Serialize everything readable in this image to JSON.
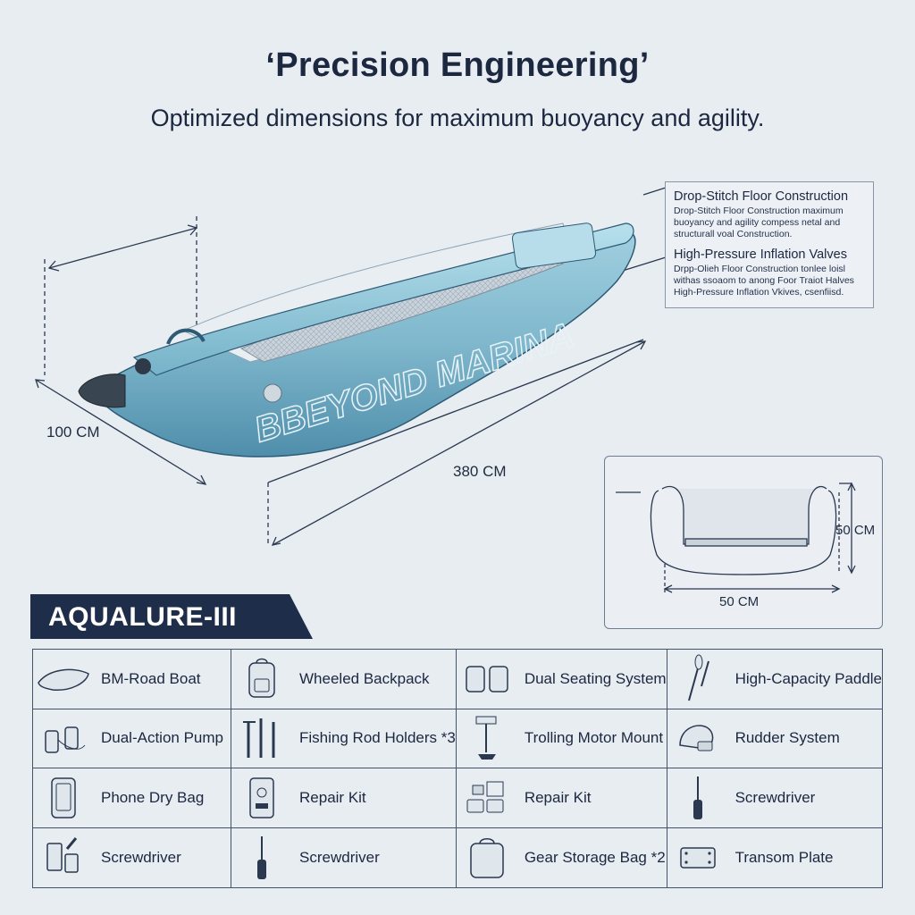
{
  "header": {
    "title": "‘Precision Engineering’",
    "subtitle": "Optimized dimensions for maximum buoyancy and agility."
  },
  "boat": {
    "brand_text": "BBEYOND MARINA",
    "dim_width": "100 CM",
    "dim_length": "380 CM"
  },
  "callout": {
    "heading_1": "Drop-Stitch Floor Construction",
    "body_1": "Drop-Stitch Floor Construction maximum buoyancy and agility compess netal and structurall voal Construction.",
    "heading_2": "High-Pressure Inflation Valves",
    "body_2": "Drpp-Olieh Floor Construction tonlee loisl withas ssoaom to anong Foor Traiot Halves High-Pressure Inflation Vkives, csenfiisd."
  },
  "cross_section": {
    "dim_height": "50 CM",
    "dim_width": "50 CM"
  },
  "product": {
    "name": "AQUALURE-III"
  },
  "contents": {
    "items": [
      {
        "label": "BM-Road Boat",
        "icon": "boat-icon"
      },
      {
        "label": "Wheeled Backpack",
        "icon": "backpack-icon"
      },
      {
        "label": "Dual Seating System",
        "icon": "seats-icon"
      },
      {
        "label": "High-Capacity Paddle",
        "icon": "paddle-icon"
      },
      {
        "label": "Dual-Action Pump",
        "icon": "pump-icon"
      },
      {
        "label": "Fishing Rod Holders *3",
        "icon": "rod-holder-icon"
      },
      {
        "label": "Trolling Motor Mount",
        "icon": "motor-mount-icon"
      },
      {
        "label": "Rudder System",
        "icon": "rudder-icon"
      },
      {
        "label": "Phone Dry Bag",
        "icon": "phone-bag-icon"
      },
      {
        "label": "Repair Kit",
        "icon": "repair-kit-icon"
      },
      {
        "label": "Repair Kit",
        "icon": "repair-parts-icon"
      },
      {
        "label": "Screwdriver",
        "icon": "screwdriver-icon"
      },
      {
        "label": "Screwdriver",
        "icon": "tool-set-icon"
      },
      {
        "label": "Screwdriver",
        "icon": "screwdriver-icon"
      },
      {
        "label": "Gear Storage Bag *2",
        "icon": "gear-bag-icon"
      },
      {
        "label": "Transom Plate",
        "icon": "transom-plate-icon"
      }
    ]
  }
}
